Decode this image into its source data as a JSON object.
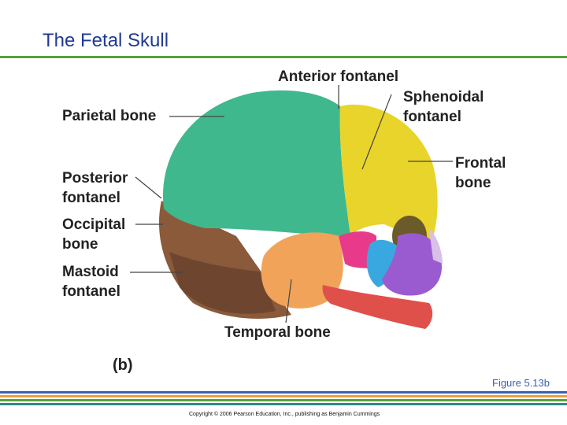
{
  "slide": {
    "title": "The Fetal Skull",
    "figure_ref": "Figure 5.13b",
    "copyright": "Copyright © 2006 Pearson Education, Inc., publishing as Benjamin Cummings",
    "panel_label": "(b)"
  },
  "labels": {
    "anterior_fontanel": "Anterior fontanel",
    "sphenoidal_1": "Sphenoidal",
    "sphenoidal_2": "fontanel",
    "parietal_bone": "Parietal bone",
    "frontal_1": "Frontal",
    "frontal_2": "bone",
    "posterior_1": "Posterior",
    "posterior_2": "fontanel",
    "occipital_1": "Occipital",
    "occipital_2": "bone",
    "mastoid_1": "Mastoid",
    "mastoid_2": "fontanel",
    "temporal_bone": "Temporal bone"
  },
  "colors": {
    "title": "#1f3a93",
    "parietal": "#3fb88e",
    "frontal": "#e8d42a",
    "occipital": "#8a5a3a",
    "temporal": "#f2a35a",
    "sphenoid": "#e83a8a",
    "maxilla": "#9a5ad0",
    "mandible": "#e0504a",
    "zygomatic": "#3aa8e0"
  }
}
